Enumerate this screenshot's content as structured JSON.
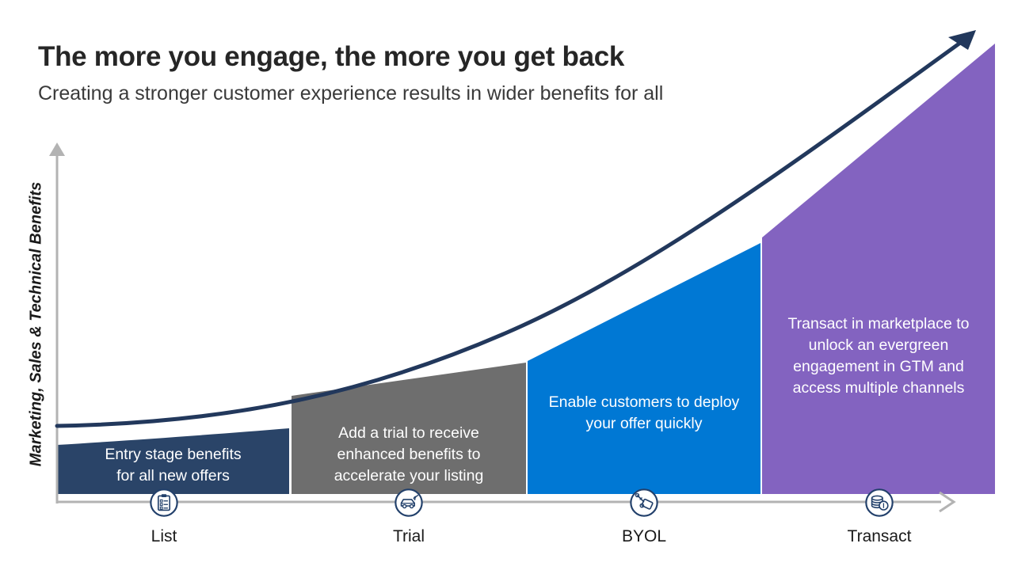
{
  "header": {
    "title": "The more you engage, the more you get back",
    "subtitle": "Creating a stronger customer experience results in wider benefits for all"
  },
  "chart_data": {
    "type": "bar",
    "title": "The more you engage, the more you get back",
    "subtitle": "Creating a stronger customer experience results in wider benefits for all",
    "xlabel": "",
    "ylabel": "Marketing, Sales & Technical Benefits",
    "grid": false,
    "legend": "none",
    "axis_style": "arrow",
    "categories": [
      "List",
      "Trial",
      "BYOL",
      "Transact"
    ],
    "values": [
      1,
      2.2,
      3.5,
      6.2
    ],
    "ylim": [
      0,
      7
    ],
    "value_note": "Relative bar heights read off the exponential growth curve; no numeric tick labels are printed on the axes.",
    "bar_colors": [
      "#2a4468",
      "#6e6e6e",
      "#0078d4",
      "#8363c0"
    ],
    "series": [
      {
        "name": "Marketing, Sales & Technical Benefits",
        "values": [
          1,
          2.2,
          3.5,
          6.2
        ]
      }
    ],
    "annotations": [
      {
        "category": "List",
        "text": "Entry stage benefits\nfor all new offers"
      },
      {
        "category": "Trial",
        "text": "Add a trial to receive\nenhanced benefits to\naccelerate your listing"
      },
      {
        "category": "BYOL",
        "text": "Enable customers to deploy\nyour offer quickly"
      },
      {
        "category": "Transact",
        "text": "Transact in marketplace to\nunlock an evergreen\nengagement in GTM and\naccess multiple channels"
      }
    ],
    "overlay_curve": {
      "style": "upward exponential arrow",
      "color": "#22385c"
    }
  },
  "bars": [
    {
      "label": "List",
      "icon": "clipboard-checklist-icon",
      "color": "#2a4468",
      "text": "Entry stage benefits\nfor all new offers"
    },
    {
      "label": "Trial",
      "icon": "car-wifi-icon",
      "color": "#6e6e6e",
      "text": "Add a trial to receive\nenhanced benefits to\naccelerate your listing"
    },
    {
      "label": "BYOL",
      "icon": "key-tag-icon",
      "color": "#0078d4",
      "text": "Enable customers to deploy\nyour offer quickly"
    },
    {
      "label": "Transact",
      "icon": "coins-stack-icon",
      "color": "#8363c0",
      "text": "Transact in marketplace to\nunlock an evergreen\nengagement in GTM and\naccess multiple channels"
    }
  ],
  "axes": {
    "y_title": "Marketing, Sales & Technical Benefits",
    "axis_color": "#b3b3b3"
  },
  "colors": {
    "navy": "#2a4468",
    "gray": "#6e6e6e",
    "blue": "#0078d4",
    "purple": "#8363c0",
    "curve": "#22385c",
    "axis": "#b3b3b3",
    "title_text": "#262626"
  }
}
